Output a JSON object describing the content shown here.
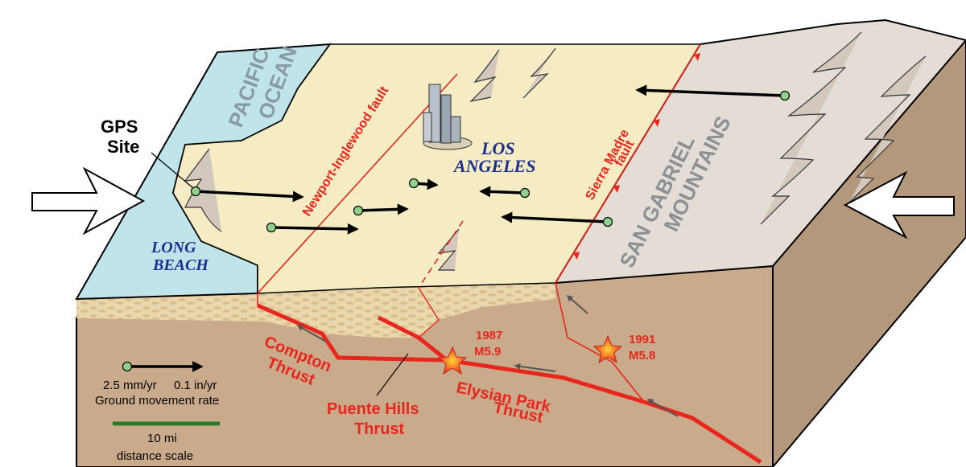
{
  "labels": {
    "pacific_line1": "PACIFIC",
    "pacific_line2": "OCEAN",
    "gps_line1": "GPS",
    "gps_line2": "Site",
    "la_line1": "LOS",
    "la_line2": "ANGELES",
    "long_beach_line1": "LONG",
    "long_beach_line2": "BEACH",
    "newport_fault": "Newport-Inglewood fault",
    "sierra_line1": "Sierra Madre",
    "sierra_line2": "fault",
    "sg_line1": "SAN GABRIEL",
    "sg_line2": "MOUNTAINS",
    "compton_line1": "Compton",
    "compton_line2": "Thrust",
    "puente_line1": "Puente Hills",
    "puente_line2": "Thrust",
    "elysian_line1": "Elysian Park",
    "elysian_line2": "Thrust",
    "quake1987_year": "1987",
    "quake1987_mag": "M5.9",
    "quake1991_year": "1991",
    "quake1991_mag": "M5.8"
  },
  "legend": {
    "rate_mm": "2.5 mm/yr",
    "rate_in": "0.1 in/yr",
    "rate_caption": "Ground movement rate",
    "scale_value": "10 mi",
    "scale_caption": "distance scale"
  },
  "colors": {
    "ocean": "#bfe4ea",
    "plain": "#f5ecc4",
    "mountain": "#e4ddd5",
    "crust_front": "#c9ab8c",
    "crust_side": "#b3987c",
    "sediment": "#ead7ad",
    "fault_red": "#e8261c",
    "city_blue": "#1a2f8f",
    "gps_dot": "#8fd38a",
    "scale_green": "#2a7a2a"
  }
}
